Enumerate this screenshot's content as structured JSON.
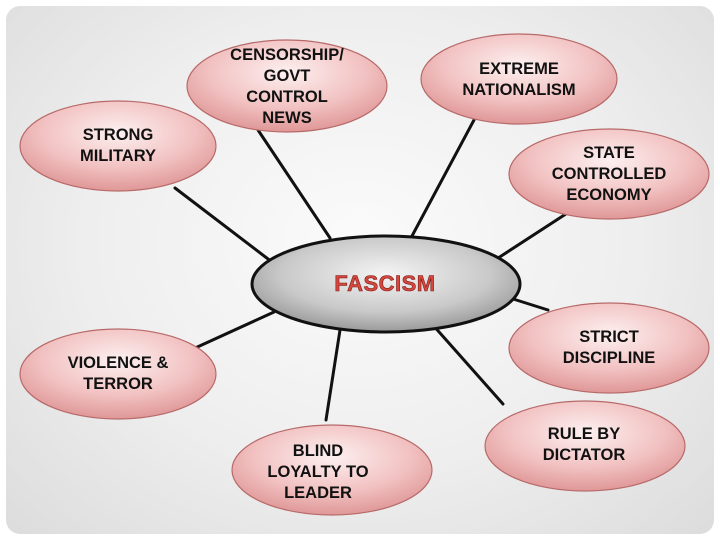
{
  "center": {
    "label": "FASCISM"
  },
  "nodes": [
    {
      "id": "strong-military",
      "lines": [
        "STRONG",
        "MILITARY"
      ]
    },
    {
      "id": "censorship",
      "lines": [
        "CENSORSHIP/",
        "GOVT",
        "CONTROL",
        "NEWS"
      ]
    },
    {
      "id": "extreme-nationalism",
      "lines": [
        "EXTREME",
        "NATIONALISM"
      ]
    },
    {
      "id": "state-controlled-economy",
      "lines": [
        "STATE",
        "CONTROLLED",
        "ECONOMY"
      ]
    },
    {
      "id": "strict-discipline",
      "lines": [
        "STRICT",
        "DISCIPLINE"
      ]
    },
    {
      "id": "rule-by-dictator",
      "lines": [
        "RULE BY",
        "DICTATOR"
      ]
    },
    {
      "id": "blind-loyalty",
      "lines": [
        "BLIND",
        "LOYALTY TO",
        "LEADER"
      ]
    },
    {
      "id": "violence-terror",
      "lines": [
        "VIOLENCE &",
        "TERROR"
      ]
    }
  ],
  "colors": {
    "node_fill_light": "#fbe6e6",
    "node_fill_dark": "#e39a9a",
    "node_stroke": "#b86a6a",
    "center_fill_light": "#f0f0f0",
    "center_fill_dark": "#9a9a9a",
    "center_stroke": "#111111",
    "connector": "#111111",
    "center_text": "#d5473f"
  }
}
